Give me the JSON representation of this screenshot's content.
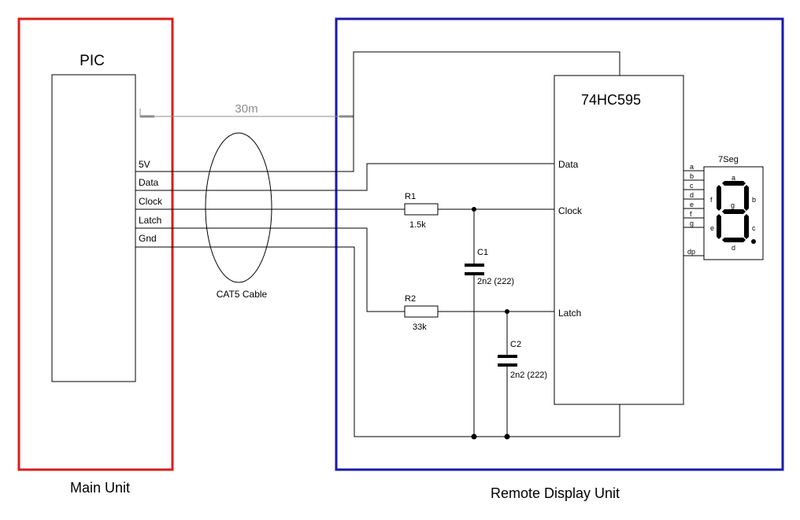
{
  "main_unit": {
    "label": "Main Unit",
    "chip_label": "PIC",
    "pins": {
      "p5v": "5V",
      "data": "Data",
      "clock": "Clock",
      "latch": "Latch",
      "gnd": "Gnd"
    }
  },
  "cable": {
    "label": "CAT5 Cable",
    "length": "30m"
  },
  "remote_unit": {
    "label": "Remote Display Unit",
    "shift_register": {
      "label": "74HC595",
      "pins": {
        "data": "Data",
        "clock": "Clock",
        "latch": "Latch"
      }
    },
    "r1": {
      "name": "R1",
      "value": "1.5k"
    },
    "r2": {
      "name": "R2",
      "value": "33k"
    },
    "c1": {
      "name": "C1",
      "value": "2n2 (222)"
    },
    "c2": {
      "name": "C2",
      "value": "2n2 (222)"
    },
    "seven_seg": {
      "label": "7Seg",
      "pins": [
        "a",
        "b",
        "c",
        "d",
        "e",
        "f",
        "g",
        "dp"
      ],
      "segments": {
        "a": "a",
        "b": "b",
        "c": "c",
        "d": "d",
        "e": "e",
        "f": "f",
        "g": "g"
      }
    }
  },
  "colors": {
    "main_border": "#d81e1e",
    "remote_border": "#1a1aa8",
    "wire": "#000000",
    "dimension": "#8c8c8c"
  }
}
